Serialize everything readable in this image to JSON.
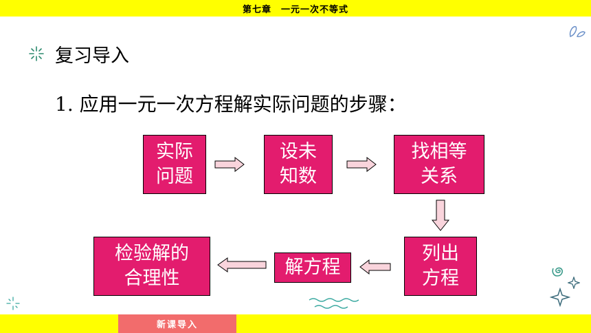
{
  "header": {
    "title": "第七章　一元一次不等式"
  },
  "section": {
    "title": "复习导入"
  },
  "subtitle": "1. 应用一元一次方程解实际问题的步骤：",
  "steps": {
    "s1": "实际\n问题",
    "s2": "设未\n知数",
    "s3": "找相等\n关系",
    "s4": "列出\n方程",
    "s5": "解方程",
    "s6": "检验解的\n合理性"
  },
  "footer": {
    "tab_label": "新课导入"
  },
  "colors": {
    "accent_yellow": "#ffff00",
    "step_fill": "#e31c6e",
    "arrow_fill": "#f9d4dc",
    "tab_fill": "#f26c6c"
  },
  "icons": {
    "section": "sparkle-icon",
    "arrows": "arrow-icon",
    "decor": [
      "leaf-doodle-icon",
      "swirl-icon",
      "star-outline-icon",
      "wave-doodle-icon",
      "sparkle-icon"
    ]
  }
}
